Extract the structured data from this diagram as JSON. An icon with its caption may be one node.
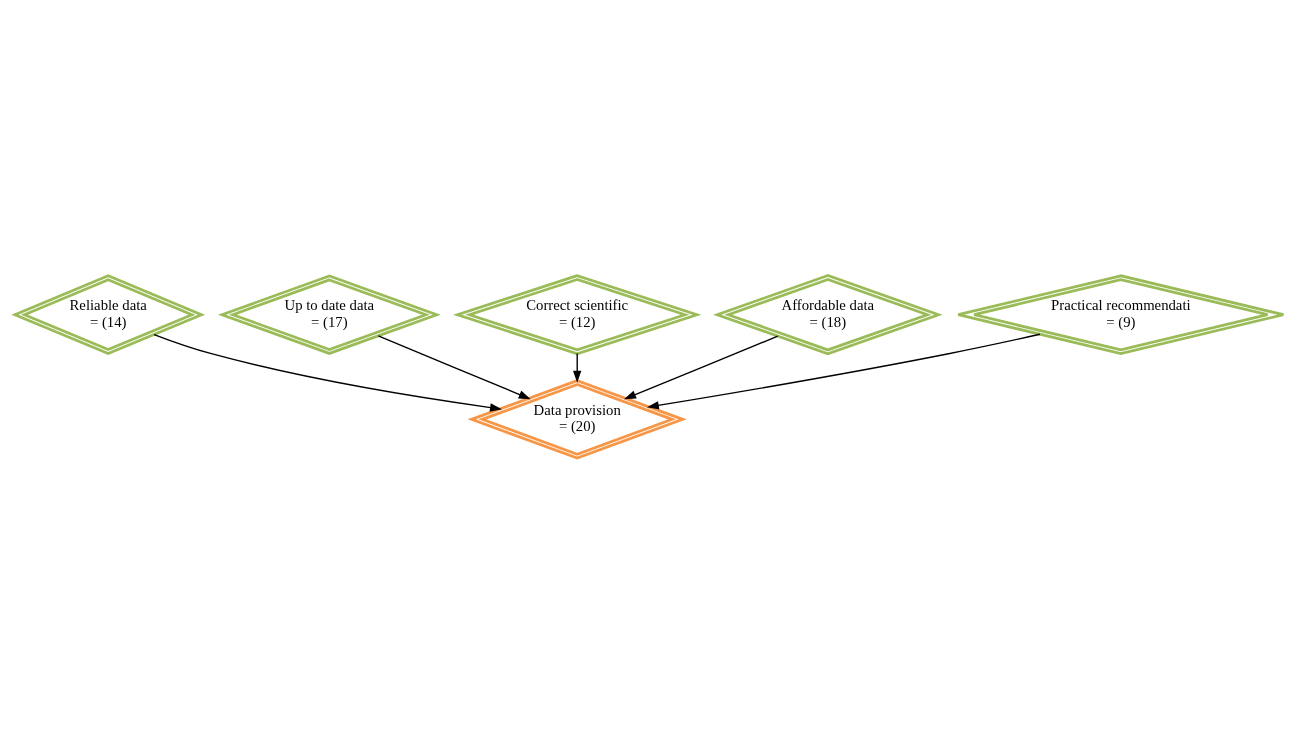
{
  "diagram": {
    "nodes": [
      {
        "text": [
          "Reliable data",
          "= (14)"
        ]
      },
      {
        "text": [
          "Up to date data",
          "= (17)"
        ]
      },
      {
        "text": [
          "Correct scientific",
          "= (12)"
        ]
      },
      {
        "text": [
          "Affordable data",
          "= (18)"
        ]
      },
      {
        "text": [
          "Practical recommendati",
          "= (9)"
        ]
      },
      {
        "text": [
          "Data provision",
          "= (20)"
        ]
      }
    ],
    "edges": [
      {
        "from": 0,
        "to": 5,
        "arrow": "to"
      },
      {
        "from": 1,
        "to": 5,
        "arrow": "to"
      },
      {
        "from": 2,
        "to": 5,
        "arrow": "to"
      },
      {
        "from": 3,
        "to": 5,
        "arrow": "to"
      },
      {
        "from": 4,
        "to": 5,
        "arrow": "to"
      }
    ]
  }
}
